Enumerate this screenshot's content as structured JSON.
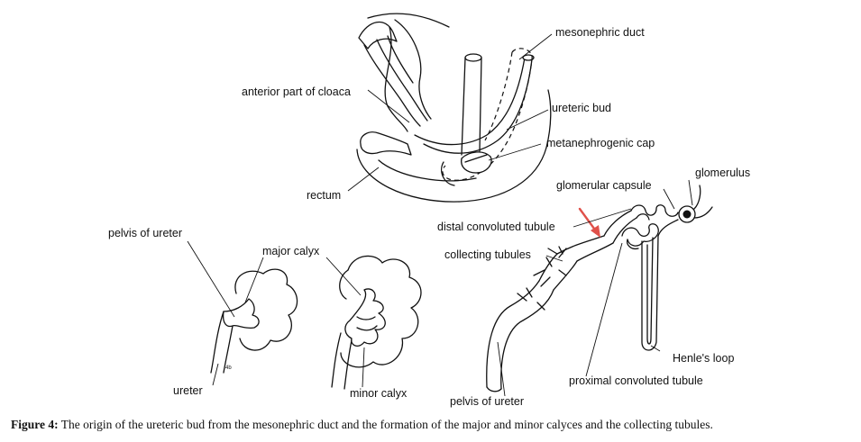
{
  "labels": {
    "mesonephric_duct": "mesonephric duct",
    "anterior_cloaca": "anterior part of cloaca",
    "ureteric_bud": "ureteric bud",
    "metanephrogenic_cap": "metanephrogenic cap",
    "rectum": "rectum",
    "glomerulus": "glomerulus",
    "glomerular_capsule": "glomerular capsule",
    "distal_convoluted_tubule": "distal convoluted tubule",
    "collecting_tubules": "collecting tubules",
    "pelvis_of_ureter_top": "pelvis of ureter",
    "major_calyx": "major calyx",
    "ureter": "ureter",
    "minor_calyx": "minor calyx",
    "pelvis_of_ureter_bottom": "pelvis of ureter",
    "henles_loop": "Henle's loop",
    "proximal_convoluted_tubule": "proximal convoluted tubule",
    "small_mark": "4b"
  },
  "caption": {
    "prefix": "Figure 4:",
    "text": "The origin of the ureteric bud from the mesonephric duct and the formation of the major and minor calyces and the collecting tubules."
  },
  "colors": {
    "arrow": "#e0514a",
    "ink": "#111111"
  }
}
